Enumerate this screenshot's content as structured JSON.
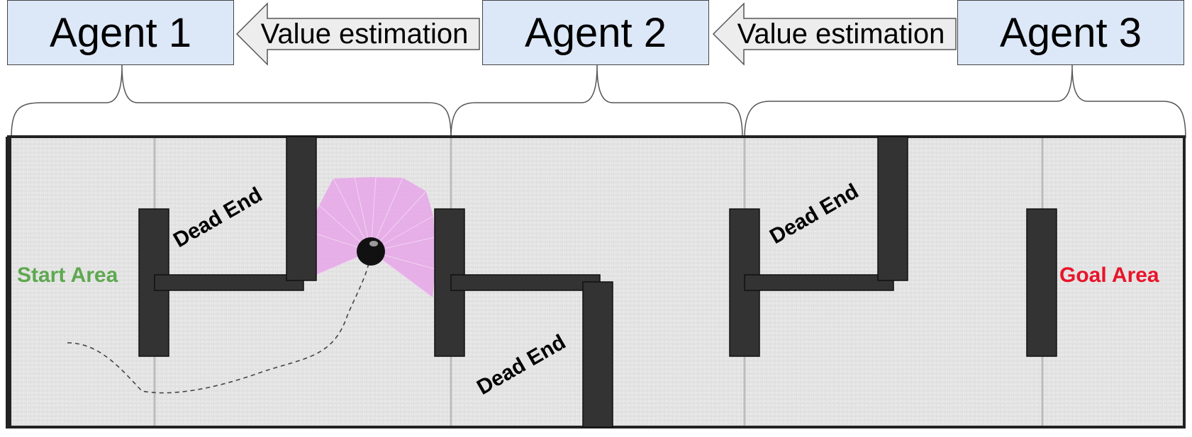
{
  "agents": [
    {
      "label": "Agent 1"
    },
    {
      "label": "Agent 2"
    },
    {
      "label": "Agent 3"
    }
  ],
  "arrows": [
    {
      "label": "Value estimation"
    },
    {
      "label": "Value estimation"
    }
  ],
  "maze": {
    "start_label": "Start Area",
    "goal_label": "Goal Area",
    "dead_end_labels": [
      "Dead End",
      "Dead End",
      "Dead End"
    ]
  },
  "colors": {
    "agent_fill": "#dce8f8",
    "start": "#5ea84f",
    "goal": "#e8142a",
    "sensor": "#e6a6e8",
    "wall": "#333333"
  }
}
